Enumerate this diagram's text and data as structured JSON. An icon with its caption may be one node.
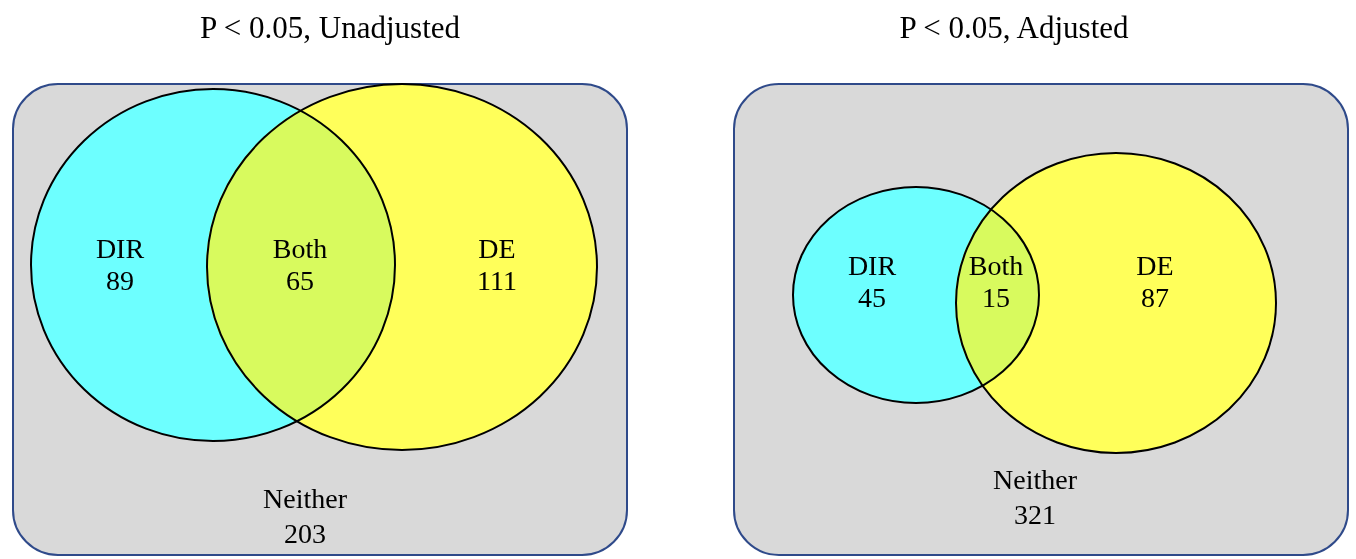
{
  "diagram": {
    "nodes": [
      {
        "text": [
          "P < 0.05, Unadjusted",
          "Neither 203"
        ]
      },
      {
        "text": [
          "DIR 89"
        ],
        "in": 0
      },
      {
        "text": [
          "DE 111"
        ],
        "in": 0
      },
      {
        "text": [
          "P < 0.05, Adjusted",
          "Neither 321"
        ]
      },
      {
        "text": [
          "DIR 45"
        ],
        "in": 3
      },
      {
        "text": [
          "DE 87"
        ],
        "in": 3
      }
    ],
    "edges": [],
    "labels": [
      "Both 65",
      "Both 15"
    ]
  }
}
